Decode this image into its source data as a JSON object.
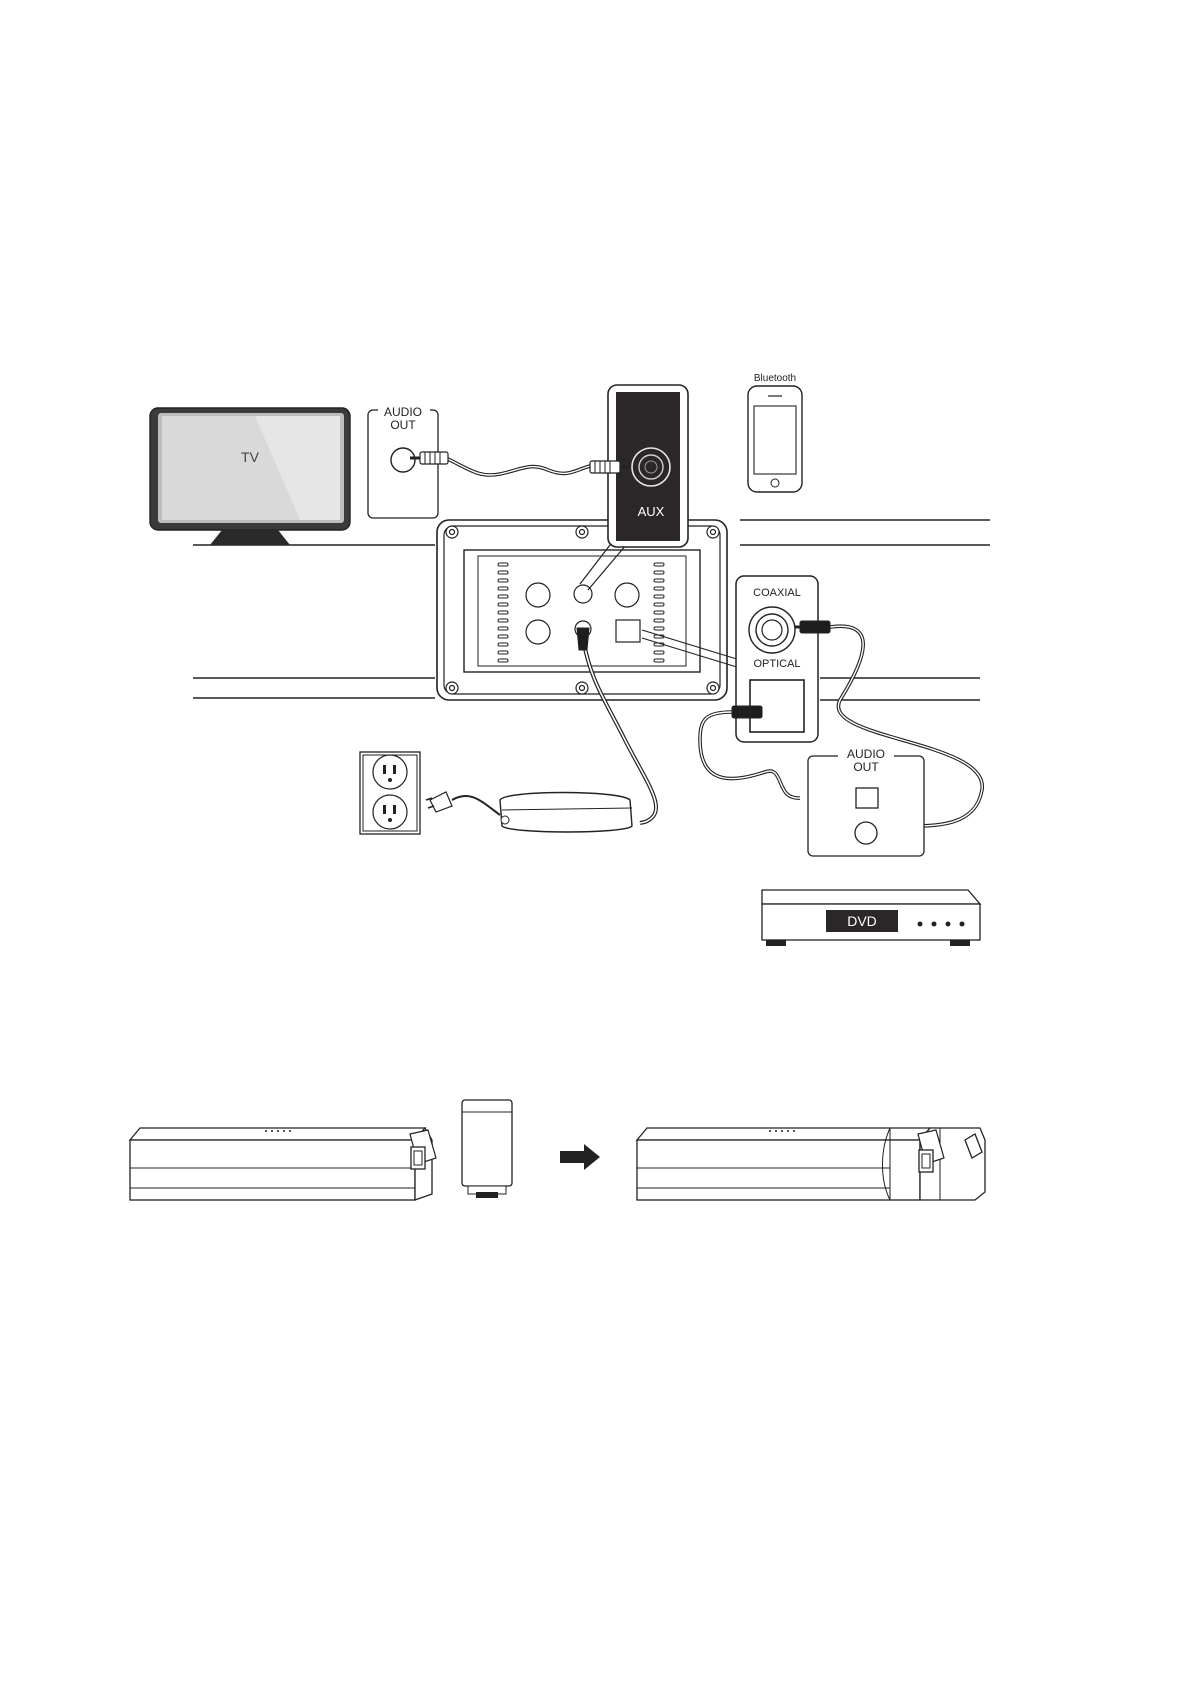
{
  "connection_diagram": {
    "tv": {
      "label": "TV"
    },
    "tv_audio_out": {
      "line1": "AUDIO",
      "line2": "OUT"
    },
    "aux_panel": {
      "label": "AUX"
    },
    "phone": {
      "label": "Bluetooth"
    },
    "digital_inputs": {
      "coaxial_label": "COAXIAL",
      "optical_label": "OPTICAL"
    },
    "dvd_audio_out": {
      "line1": "AUDIO",
      "line2": "OUT"
    },
    "dvd_player": {
      "label": "DVD"
    }
  },
  "assembly_diagram": {
    "arrow": "right-arrow-icon"
  },
  "colors": {
    "line": "#222222",
    "panel_dark": "#2b2627",
    "screen_grey": "#d9d9d9",
    "tv_bezel": "#3a3a3a"
  }
}
